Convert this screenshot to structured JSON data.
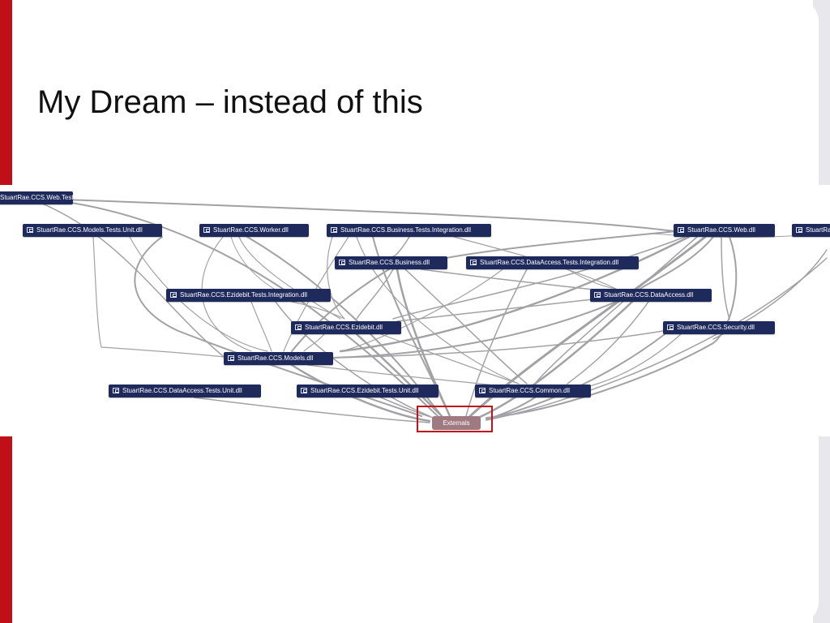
{
  "slide": {
    "title": "My Dream – instead of this",
    "colors": {
      "accent_bar": "#c00f16",
      "node_fill": "#1f2a5c",
      "externals_fill": "#9f7a80",
      "highlight_border": "#c4121a",
      "edge": "#a2a2a6"
    }
  },
  "diagram": {
    "icon": "assembly-icon",
    "nodes": {
      "web_tests_unit": "StuartRae.CCS.Web.Tests.Unit.dll",
      "models_tests_unit": "StuartRae.CCS.Models.Tests.Unit.dll",
      "worker": "StuartRae.CCS.Worker.dll",
      "business_tests_integration": "StuartRae.CCS.Business.Tests.Integration.dll",
      "web": "StuartRae.CCS.Web.dll",
      "stuartrae_cut": "StuartRae",
      "business": "StuartRae.CCS.Business.dll",
      "dataaccess_tests_integration": "StuartRae.CCS.DataAccess.Tests.Integration.dll",
      "ezidebit_tests_integration": "StuartRae.CCS.Ezidebit.Tests.Integration.dll",
      "dataaccess": "StuartRae.CCS.DataAccess.dll",
      "ezidebit": "StuartRae.CCS.Ezidebit.dll",
      "security": "StuartRae.CCS.Security.dll",
      "models": "StuartRae.CCS.Models.dll",
      "dataaccess_tests_unit": "StuartRae.CCS.DataAccess.Tests.Unit.dll",
      "ezidebit_tests_unit": "StuartRae.CCS.Ezidebit.Tests.Unit.dll",
      "common": "StuartRae.CCS.Common.dll",
      "externals": "Externals"
    }
  }
}
